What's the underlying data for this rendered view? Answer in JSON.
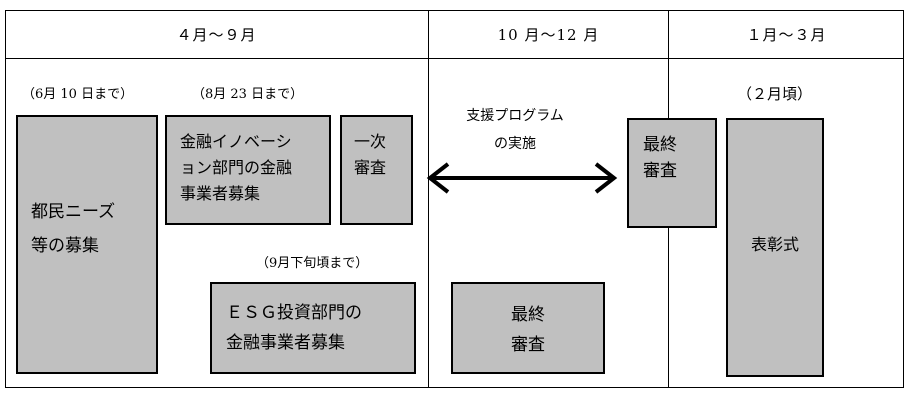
{
  "headers": {
    "col1": "４月～９月",
    "col2": "10 月～12 月",
    "col3": "１月～３月"
  },
  "notes": {
    "note1": "（6月 10 日まで）",
    "note2": "（8月 23 日まで）",
    "note3": "（9月下旬頃まで）",
    "note4": "（２月頃）"
  },
  "boxes": {
    "tomin_line1": "都民ニーズ",
    "tomin_line2": "等の募集",
    "kinyu_line1": "金融イノベーシ",
    "kinyu_line2": "ョン部門の金融",
    "kinyu_line3": "事業者募集",
    "ichiji_line1": "一次",
    "ichiji_line2": "審査",
    "esg_line1": "ＥＳＧ投資部門の",
    "esg_line2": "金融事業者募集",
    "saishu_mid_line1": "最終",
    "saishu_mid_line2": "審査",
    "saishu_right_line1": "最終",
    "saishu_right_line2": "審査",
    "hyosho": "表彰式"
  },
  "program": {
    "line1": "支援プログラム",
    "line2": "の実施"
  }
}
